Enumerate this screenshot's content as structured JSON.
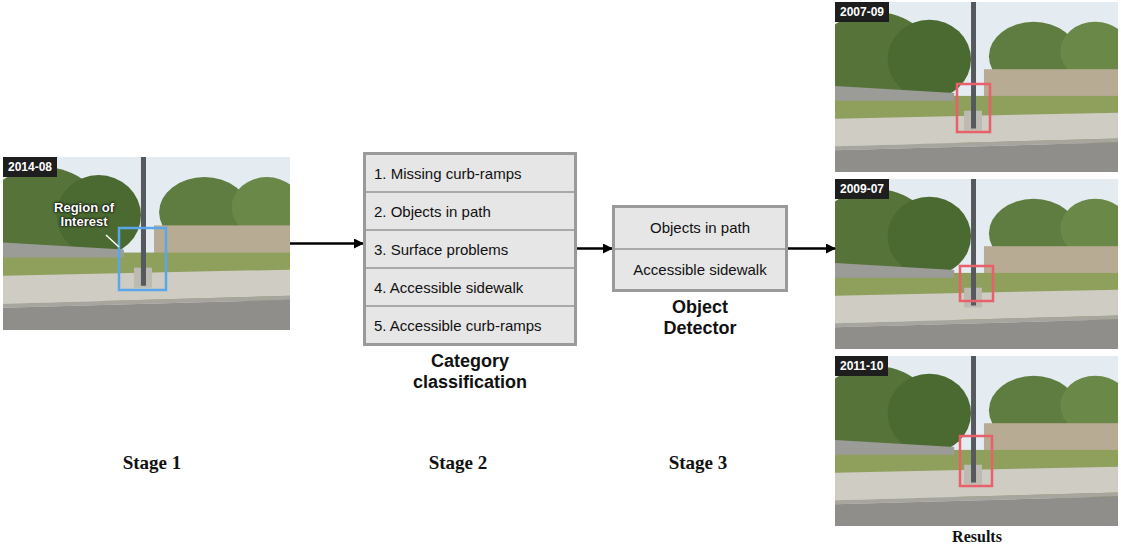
{
  "diagram": {
    "nodes": [
      {
        "text": [
          "2014-08",
          "Region of Interest"
        ]
      },
      {
        "text": [
          "Category classification"
        ]
      },
      {
        "text": [
          "1. Missing curb-ramps"
        ],
        "in": 1
      },
      {
        "text": [
          "2. Objects in path"
        ],
        "in": 1
      },
      {
        "text": [
          "3. Surface problems"
        ],
        "in": 1
      },
      {
        "text": [
          "4. Accessible sidewalk"
        ],
        "in": 1
      },
      {
        "text": [
          "5. Accessible curb-ramps"
        ],
        "in": 1
      },
      {
        "text": [
          "Object Detector"
        ]
      },
      {
        "text": [
          "Objects in path"
        ],
        "in": 7
      },
      {
        "text": [
          "Accessible sidewalk"
        ],
        "in": 7
      },
      {
        "text": [
          "2007-09"
        ]
      },
      {
        "text": [
          "2009-07"
        ]
      },
      {
        "text": [
          "2011-10"
        ]
      }
    ],
    "edges": [
      {
        "from": 0,
        "to": 1,
        "arrow": "to"
      },
      {
        "from": 1,
        "to": 7,
        "arrow": "to"
      },
      {
        "from": 7,
        "to": 11,
        "arrow": "to"
      }
    ],
    "labels": [
      "Stage 1",
      "Stage 2",
      "Stage 3",
      "Results"
    ]
  }
}
